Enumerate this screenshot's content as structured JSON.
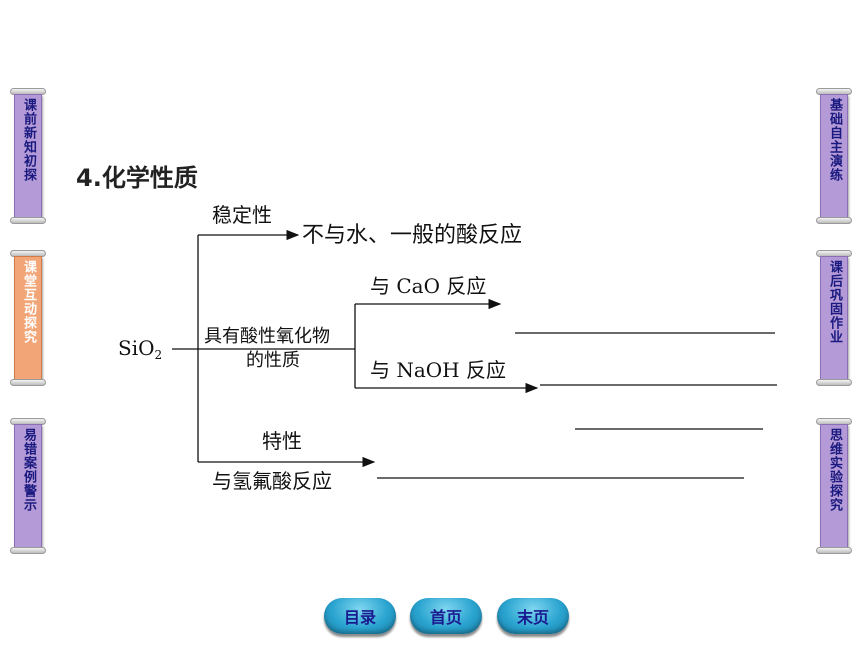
{
  "left_tabs": [
    {
      "label": "课前新知初探",
      "active": false
    },
    {
      "label": "课堂互动探究",
      "active": true
    },
    {
      "label": "易错案例警示",
      "active": false
    }
  ],
  "right_tabs": [
    {
      "label": "基础自主演练"
    },
    {
      "label": "课后巩固作业"
    },
    {
      "label": "思维实验探究"
    }
  ],
  "section_title": "4.化学性质",
  "diagram": {
    "root": "SiO",
    "root_subscript": "2",
    "stability": "稳定性",
    "stability_result": "不与水、一般的酸反应",
    "acidic_oxide_line1": "具有酸性氧化物",
    "acidic_oxide_line2": "的性质",
    "cao": "与 CaO 反应",
    "naoh": "与 NaOH 反应",
    "special": "特性",
    "hf": "与氢氟酸反应"
  },
  "nav": {
    "toc": "目录",
    "first": "首页",
    "last": "末页"
  },
  "colors": {
    "tab_purple": "#b49ad6",
    "tab_active_orange": "#f2a678",
    "nav_blue": "#2aa4d0"
  }
}
